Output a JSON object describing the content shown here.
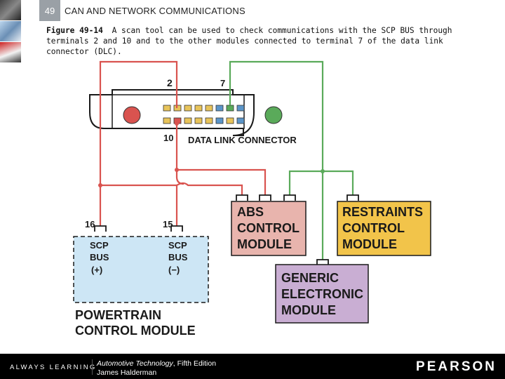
{
  "header": {
    "slide_number": "49",
    "title": "CAN AND NETWORK COMMUNICATIONS"
  },
  "caption": {
    "figure_label": "Figure 49-14",
    "text": "A scan tool can be used to check communications with the SCP BUS through terminals 2 and 10 and to the other modules connected to terminal 7 of the data link connector (DLC)."
  },
  "diagram": {
    "pin_2": "2",
    "pin_7": "7",
    "pin_10": "10",
    "pin_16": "16",
    "pin_15": "15",
    "dlc_label": "DATA LINK CONNECTOR",
    "abs_module": [
      "ABS",
      "CONTROL",
      "MODULE"
    ],
    "restraints_module": [
      "RESTRAINTS",
      "CONTROL",
      "MODULE"
    ],
    "gem_module": [
      "GENERIC",
      "ELECTRONIC",
      "MODULE"
    ],
    "scp_plus": [
      "SCP",
      "BUS",
      "(+)"
    ],
    "scp_minus": [
      "SCP",
      "BUS",
      "(−)"
    ],
    "pcm_module": [
      "POWERTRAIN",
      "CONTROL MODULE"
    ],
    "colors": {
      "red_wire": "#d9534f",
      "green_wire": "#5aaa5a",
      "abs_fill": "#e8b4ad",
      "restraints_fill": "#f2c44a",
      "gem_fill": "#c9aed3",
      "pcm_fill": "#cde6f5"
    }
  },
  "footer": {
    "tagline": "ALWAYS LEARNING",
    "book_title": "Automotive Technology",
    "edition": ", Fifth Edition",
    "author": "James Halderman",
    "publisher": "PEARSON"
  }
}
